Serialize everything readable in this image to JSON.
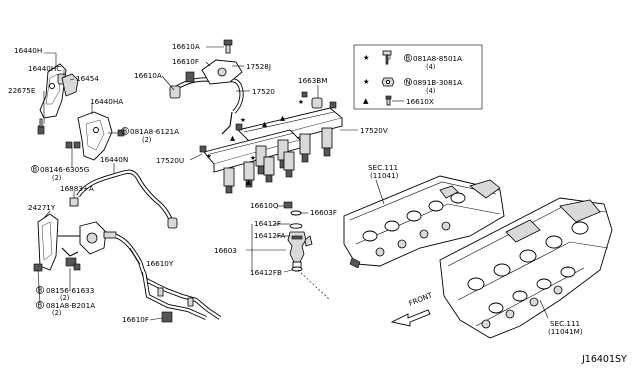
{
  "diagram_id": "J16401SY",
  "callouts": {
    "p16440H": "16440H",
    "p16440HC": "16440HC",
    "p16454": "16454",
    "p22675E": "22675E",
    "p16440HA": "16440HA",
    "b081A8_6121A": "081A8-6121A",
    "b081A8_6121A_qty": "(2)",
    "b08146_6305G": "08146-6305G",
    "b08146_6305G_qty": "(2)",
    "p16440N": "16440N",
    "p16883A": "16883+A",
    "p24271Y": "24271Y",
    "b08156_61633": "08156-61633",
    "b08156_61633_qty": "(2)",
    "b081A8_B201A": "081A8-B201A",
    "b081A8_B201A_qty": "(2)",
    "p16610A_top": "16610A",
    "p16610F_top": "16610F",
    "p17528J": "17528J",
    "p16610A_left": "16610A",
    "p17520": "17520",
    "p1663BM": "1663BM",
    "p17520V": "17520V",
    "p17520U": "17520U",
    "p16610Q": "16610Q",
    "p16603F": "16603F",
    "p16412F": "16412F",
    "p16412FA": "16412FA",
    "p16603": "16603",
    "p16412FB": "16412FB",
    "p16610Y": "16610Y",
    "p16610F_bottom": "16610F",
    "sec111_a": "SEC.111",
    "sec111_a_ref": "(11041)",
    "sec111_b": "SEC.111",
    "sec111_b_ref": "(11041M)",
    "front": "FRONT"
  },
  "legend": {
    "row1_symbol": "★",
    "row1_prefix": "B",
    "row1_part": "081A8-8501A",
    "row1_qty": "(4)",
    "row2_symbol": "★",
    "row2_prefix": "N",
    "row2_part": "0891B-3081A",
    "row2_qty": "(4)",
    "row3_symbol": "▲",
    "row3_part": "16610X"
  },
  "bolt_prefix": "B",
  "marker_star": "★",
  "marker_triangle": "▲"
}
